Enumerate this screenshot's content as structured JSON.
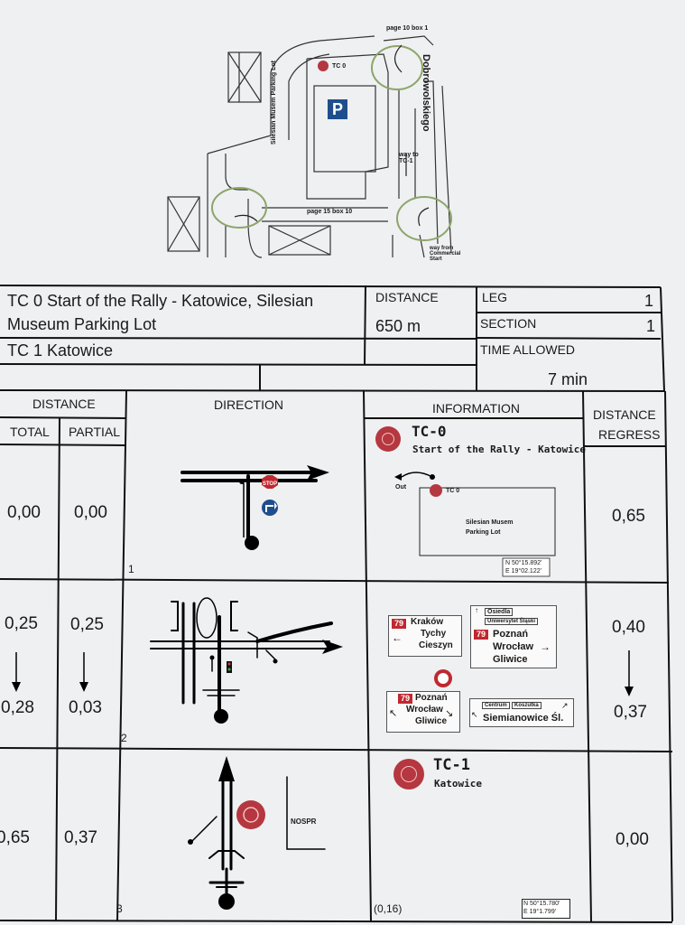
{
  "map": {
    "parking_title": "Silesian Musem Parking Lot",
    "parking_icon": "P",
    "tc0_label": "TC 0",
    "street": "Dobrowolskiego",
    "page10": "page 10 box 1",
    "page15": "page 15 box 10",
    "way_to_tc1": "way to TC-1",
    "way_from": "way from Commercial Start"
  },
  "header": {
    "tc0_line1": "TC 0 Start of the Rally - Katowice, Silesian",
    "tc0_line2": "Museum Parking Lot",
    "tc1": "TC 1 Katowice",
    "distance_label": "DISTANCE",
    "distance_value": "650 m",
    "leg_label": "LEG",
    "leg_value": "1",
    "section_label": "SECTION",
    "section_value": "1",
    "time_label": "TIME ALLOWED",
    "time_value": "7 min"
  },
  "columns": {
    "distance": "DISTANCE",
    "total": "TOTAL",
    "partial": "PARTIAL",
    "direction": "DIRECTION",
    "information": "INFORMATION",
    "regress_1": "DISTANCE",
    "regress_2": "REGRESS"
  },
  "rows": [
    {
      "num": "1",
      "total": "0,00",
      "partial": "0,00",
      "regress": "0,65",
      "tc_title": "TC-0",
      "tc_sub": "Start of the Rally - Katowice",
      "out_label": "Out",
      "tc_small": "TC 0",
      "lot_line1": "Silesian Musem",
      "lot_line2": "Parking Lot",
      "gps_n": "N 50°15.892'",
      "gps_e": "E 19°02.122'",
      "stop_label": "STOP"
    },
    {
      "num": "2",
      "total_a": "0,25",
      "total_b": "0,28",
      "partial_a": "0,25",
      "partial_b": "0,03",
      "regress_a": "0,40",
      "regress_b": "0,37",
      "sign_num": "79",
      "sign1_a": "Kraków",
      "sign1_b": "Tychy",
      "sign1_c": "Cieszyn",
      "sign2_a": "Osiedla",
      "sign2_b": "Uniwersytet Śląski",
      "sign2_c": "Poznań",
      "sign2_d": "Wrocław",
      "sign2_e": "Gliwice",
      "sign3_a": "Poznań",
      "sign3_b": "Wrocław",
      "sign3_c": "Gliwice",
      "sign4_a": "Centrum",
      "sign4_b": "Koszutka",
      "sign4_c": "Siemianowice Śl."
    },
    {
      "num": "3",
      "total": "0,65",
      "partial": "0,37",
      "regress": "0,00",
      "tc_title": "TC-1",
      "tc_sub": "Katowice",
      "nospr": "NOSPR",
      "coord": "(0,16)",
      "gps_n": "N 50°15.780'",
      "gps_e": "E 19°1.799'"
    }
  ],
  "colors": {
    "paper": "#eef0f2",
    "tc_red": "#b5373f",
    "roundabout_green": "#8ea46a",
    "sign_red": "#c0282f",
    "parking_blue": "#1f4e8c"
  }
}
